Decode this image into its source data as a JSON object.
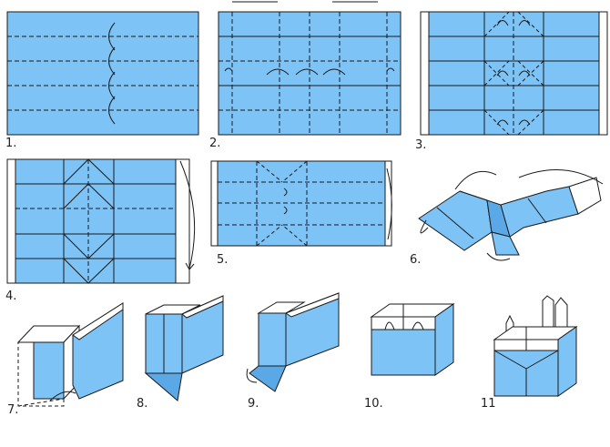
{
  "diagram": {
    "steps": [
      {
        "label": "1."
      },
      {
        "label": "2."
      },
      {
        "label": "3."
      },
      {
        "label": "4."
      },
      {
        "label": "5."
      },
      {
        "label": "6."
      },
      {
        "label": "7."
      },
      {
        "label": "8."
      },
      {
        "label": "9."
      },
      {
        "label": "10."
      },
      {
        "label": "11"
      }
    ]
  },
  "colors": {
    "paper": "#7dc3f5",
    "paper_dark": "#5aa9e6",
    "line": "#1a1a1a",
    "white_side": "#ffffff"
  }
}
